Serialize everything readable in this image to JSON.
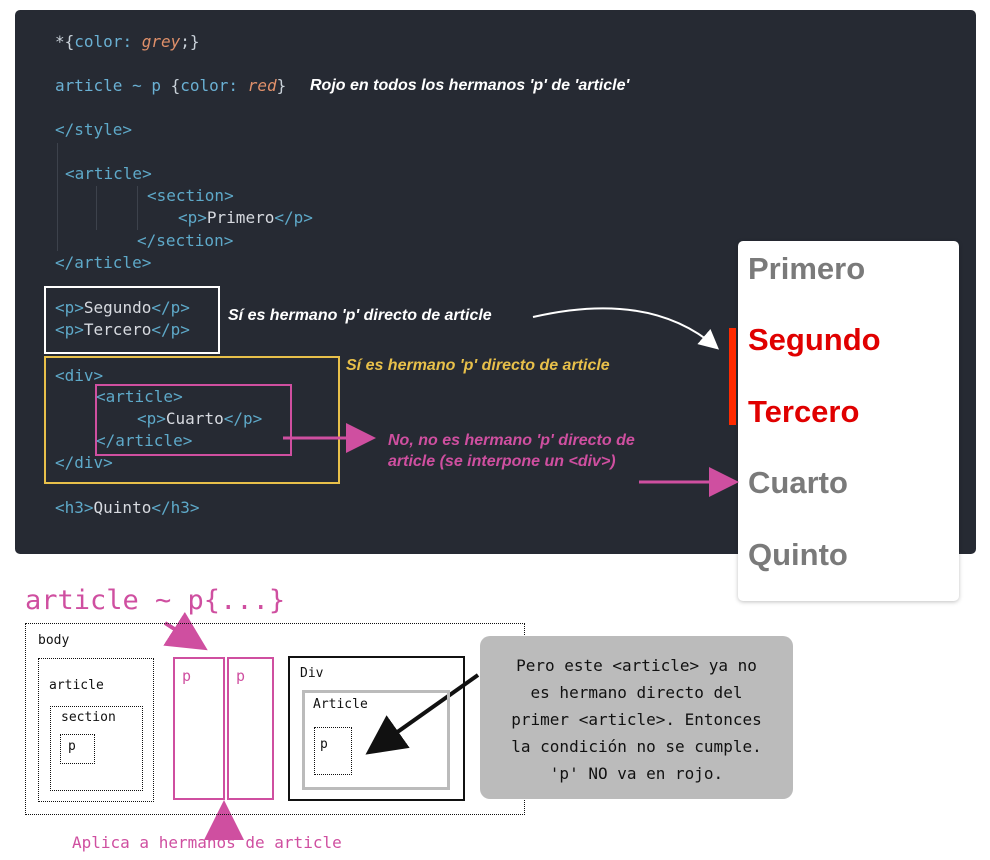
{
  "code": {
    "line1": {
      "star": "*",
      "open": "{",
      "prop": "color:",
      "val": "grey",
      "close": ";}"
    },
    "line2": {
      "selector": "article ~ p",
      "open": "{",
      "prop": "color:",
      "val": "red",
      "close": "}"
    },
    "style_close": "</style>",
    "article_open": "<article>",
    "section_open": "<section>",
    "p_primero_open": "<p>",
    "p_primero_text": "Primero",
    "p_primero_close": "</p>",
    "section_close": "</section>",
    "article_close": "</article>",
    "p_segundo_open": "<p>",
    "p_segundo_text": "Segundo",
    "p_segundo_close": "</p>",
    "p_tercero_open": "<p>",
    "p_tercero_text": "Tercero",
    "p_tercero_close": "</p>",
    "div_open": "<div>",
    "inner_article_open": "<article>",
    "p_cuarto_open": "<p>",
    "p_cuarto_text": "Cuarto",
    "p_cuarto_close": "</p>",
    "inner_article_close": "</article>",
    "div_close": "</div>",
    "h3_open": "<h3>",
    "h3_text": "Quinto",
    "h3_close": "</h3>"
  },
  "notes": {
    "rule": "Rojo en todos los hermanos 'p'  de 'article'",
    "white": "Sí es hermano 'p' directo de article",
    "yellow": "Sí es hermano 'p' directo de article",
    "pink_line1": "No, no es hermano 'p' directo de",
    "pink_line2": "article (se interpone un <div>)"
  },
  "result": {
    "items": [
      "Primero",
      "Segundo",
      "Tercero",
      "Cuarto",
      "Quinto"
    ]
  },
  "diagram": {
    "selector_title": "article ~ p{...}",
    "body_label": "body",
    "article_label": "article",
    "section_label": "section",
    "p_label": "p",
    "p_sibling1": "p",
    "p_sibling2": "p",
    "div_label": "Div",
    "inner_article_label": "Article",
    "inner_p_label": "p",
    "callout_lines": [
      "Pero este <article> ya no",
      "es hermano directo del",
      "primer <article>. Entonces",
      "la condición no se cumple.",
      "'p' NO va en rojo."
    ],
    "bottom_caption": "Aplica a hermanos de article"
  },
  "colors": {
    "panel": "#262a33",
    "tag": "#5ea9c9",
    "red": "#e00000",
    "grey": "#7a7a7a",
    "yellow": "#e8c04a",
    "pink": "#cf4fa0"
  }
}
